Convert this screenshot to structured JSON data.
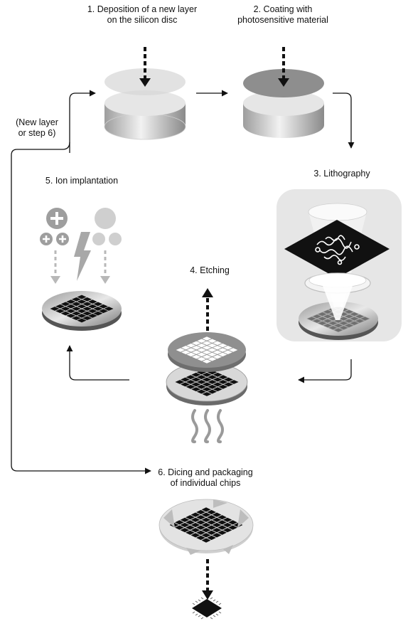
{
  "steps": [
    {
      "id": 1,
      "lines": [
        "1. Deposition of a new layer",
        "on the silicon disc"
      ]
    },
    {
      "id": 2,
      "lines": [
        "2. Coating with",
        "photosensitive material"
      ]
    },
    {
      "id": 3,
      "lines": [
        "3. Lithography"
      ]
    },
    {
      "id": 4,
      "lines": [
        "4. Etching"
      ]
    },
    {
      "id": 5,
      "lines": [
        "5. Ion implantation"
      ]
    },
    {
      "id": 6,
      "lines": [
        "6. Dicing and packaging",
        "of individual chips"
      ]
    }
  ],
  "loop_note": {
    "lines": [
      "(New layer",
      "or step 6)"
    ]
  },
  "colors": {
    "stroke": "#111111",
    "wafer_light": "#d9d9d9",
    "wafer_mid": "#9a9a9a",
    "wafer_dark": "#5f5f5f",
    "chip": "#111111",
    "litho_panel": "#e6e6e6",
    "arrow_faded": "#b8b8b8"
  },
  "icons": [
    "deposition-arrow-icon",
    "coating-arrow-icon",
    "light-cone-icon",
    "photomask-icon",
    "lens-icon",
    "ion-particle-icon",
    "lightning-icon",
    "heat-wave-icon",
    "etch-arrow-icon",
    "packaged-chip-icon"
  ]
}
